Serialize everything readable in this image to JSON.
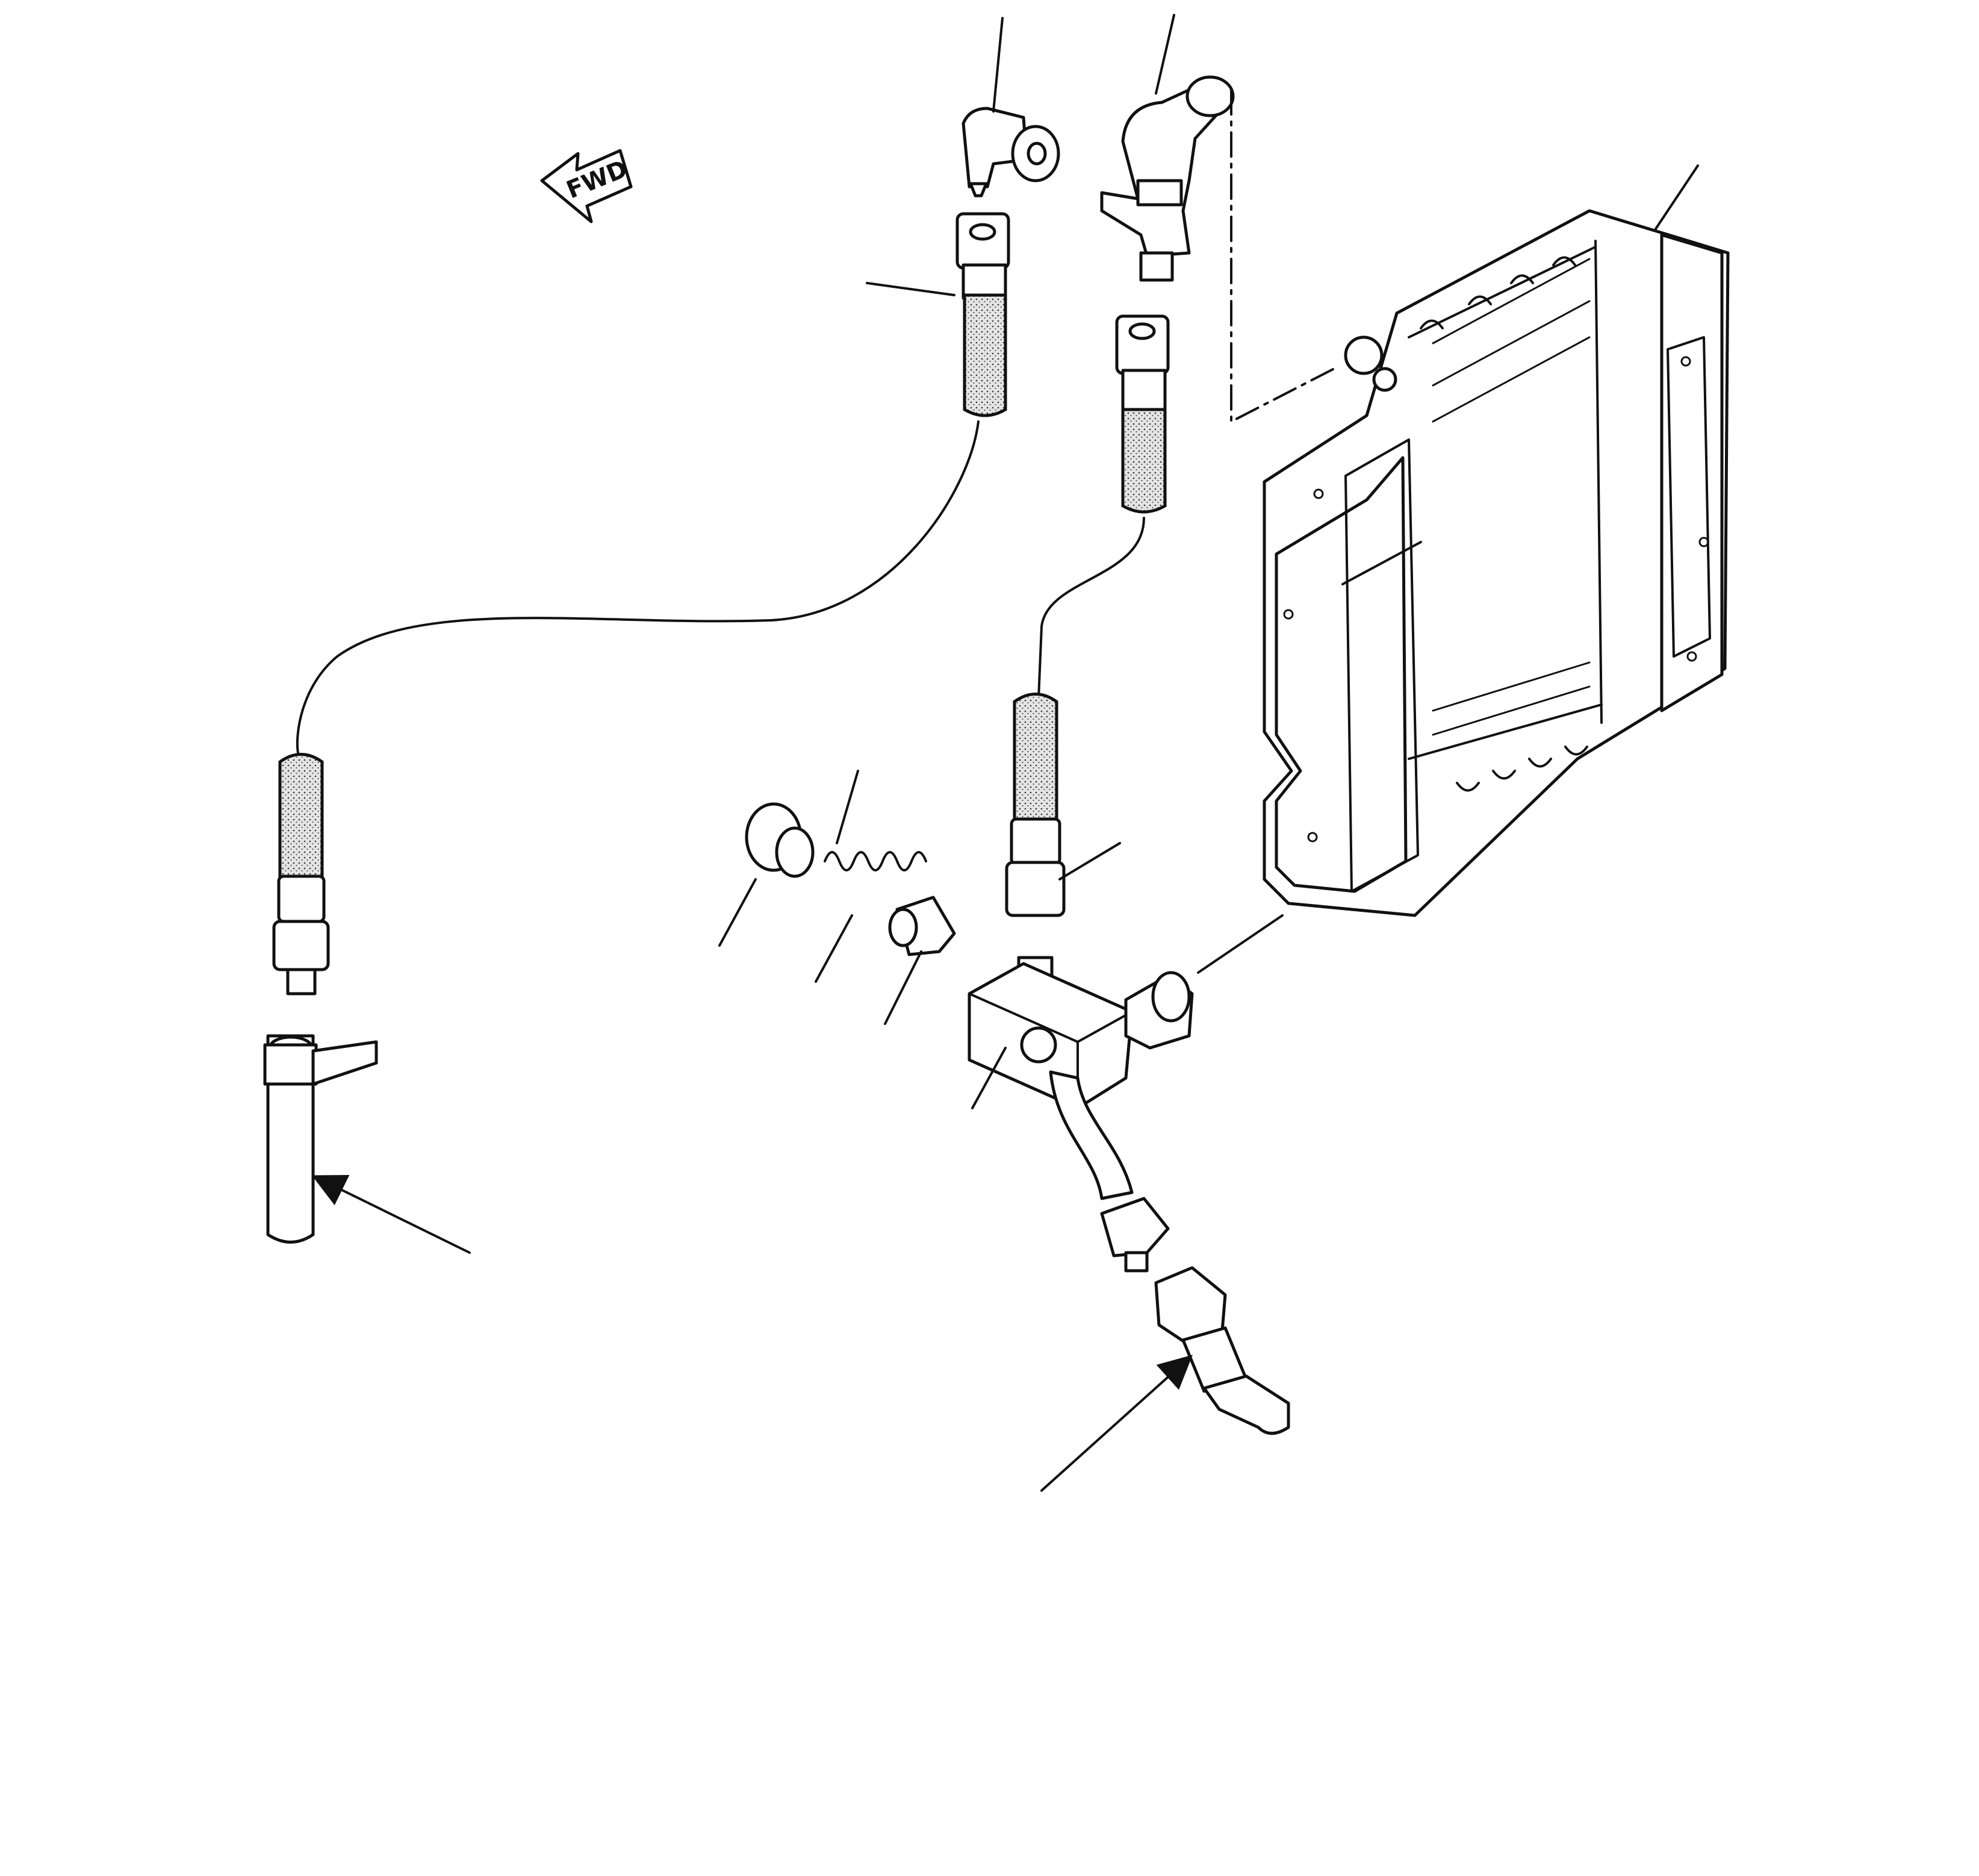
{
  "direction_indicator": {
    "label": "FWD"
  },
  "colors": {
    "ink": "#111111",
    "paper": "#ffffff"
  },
  "icons": {
    "direction_arrow": "left-arrow",
    "callout": "leader-line"
  }
}
